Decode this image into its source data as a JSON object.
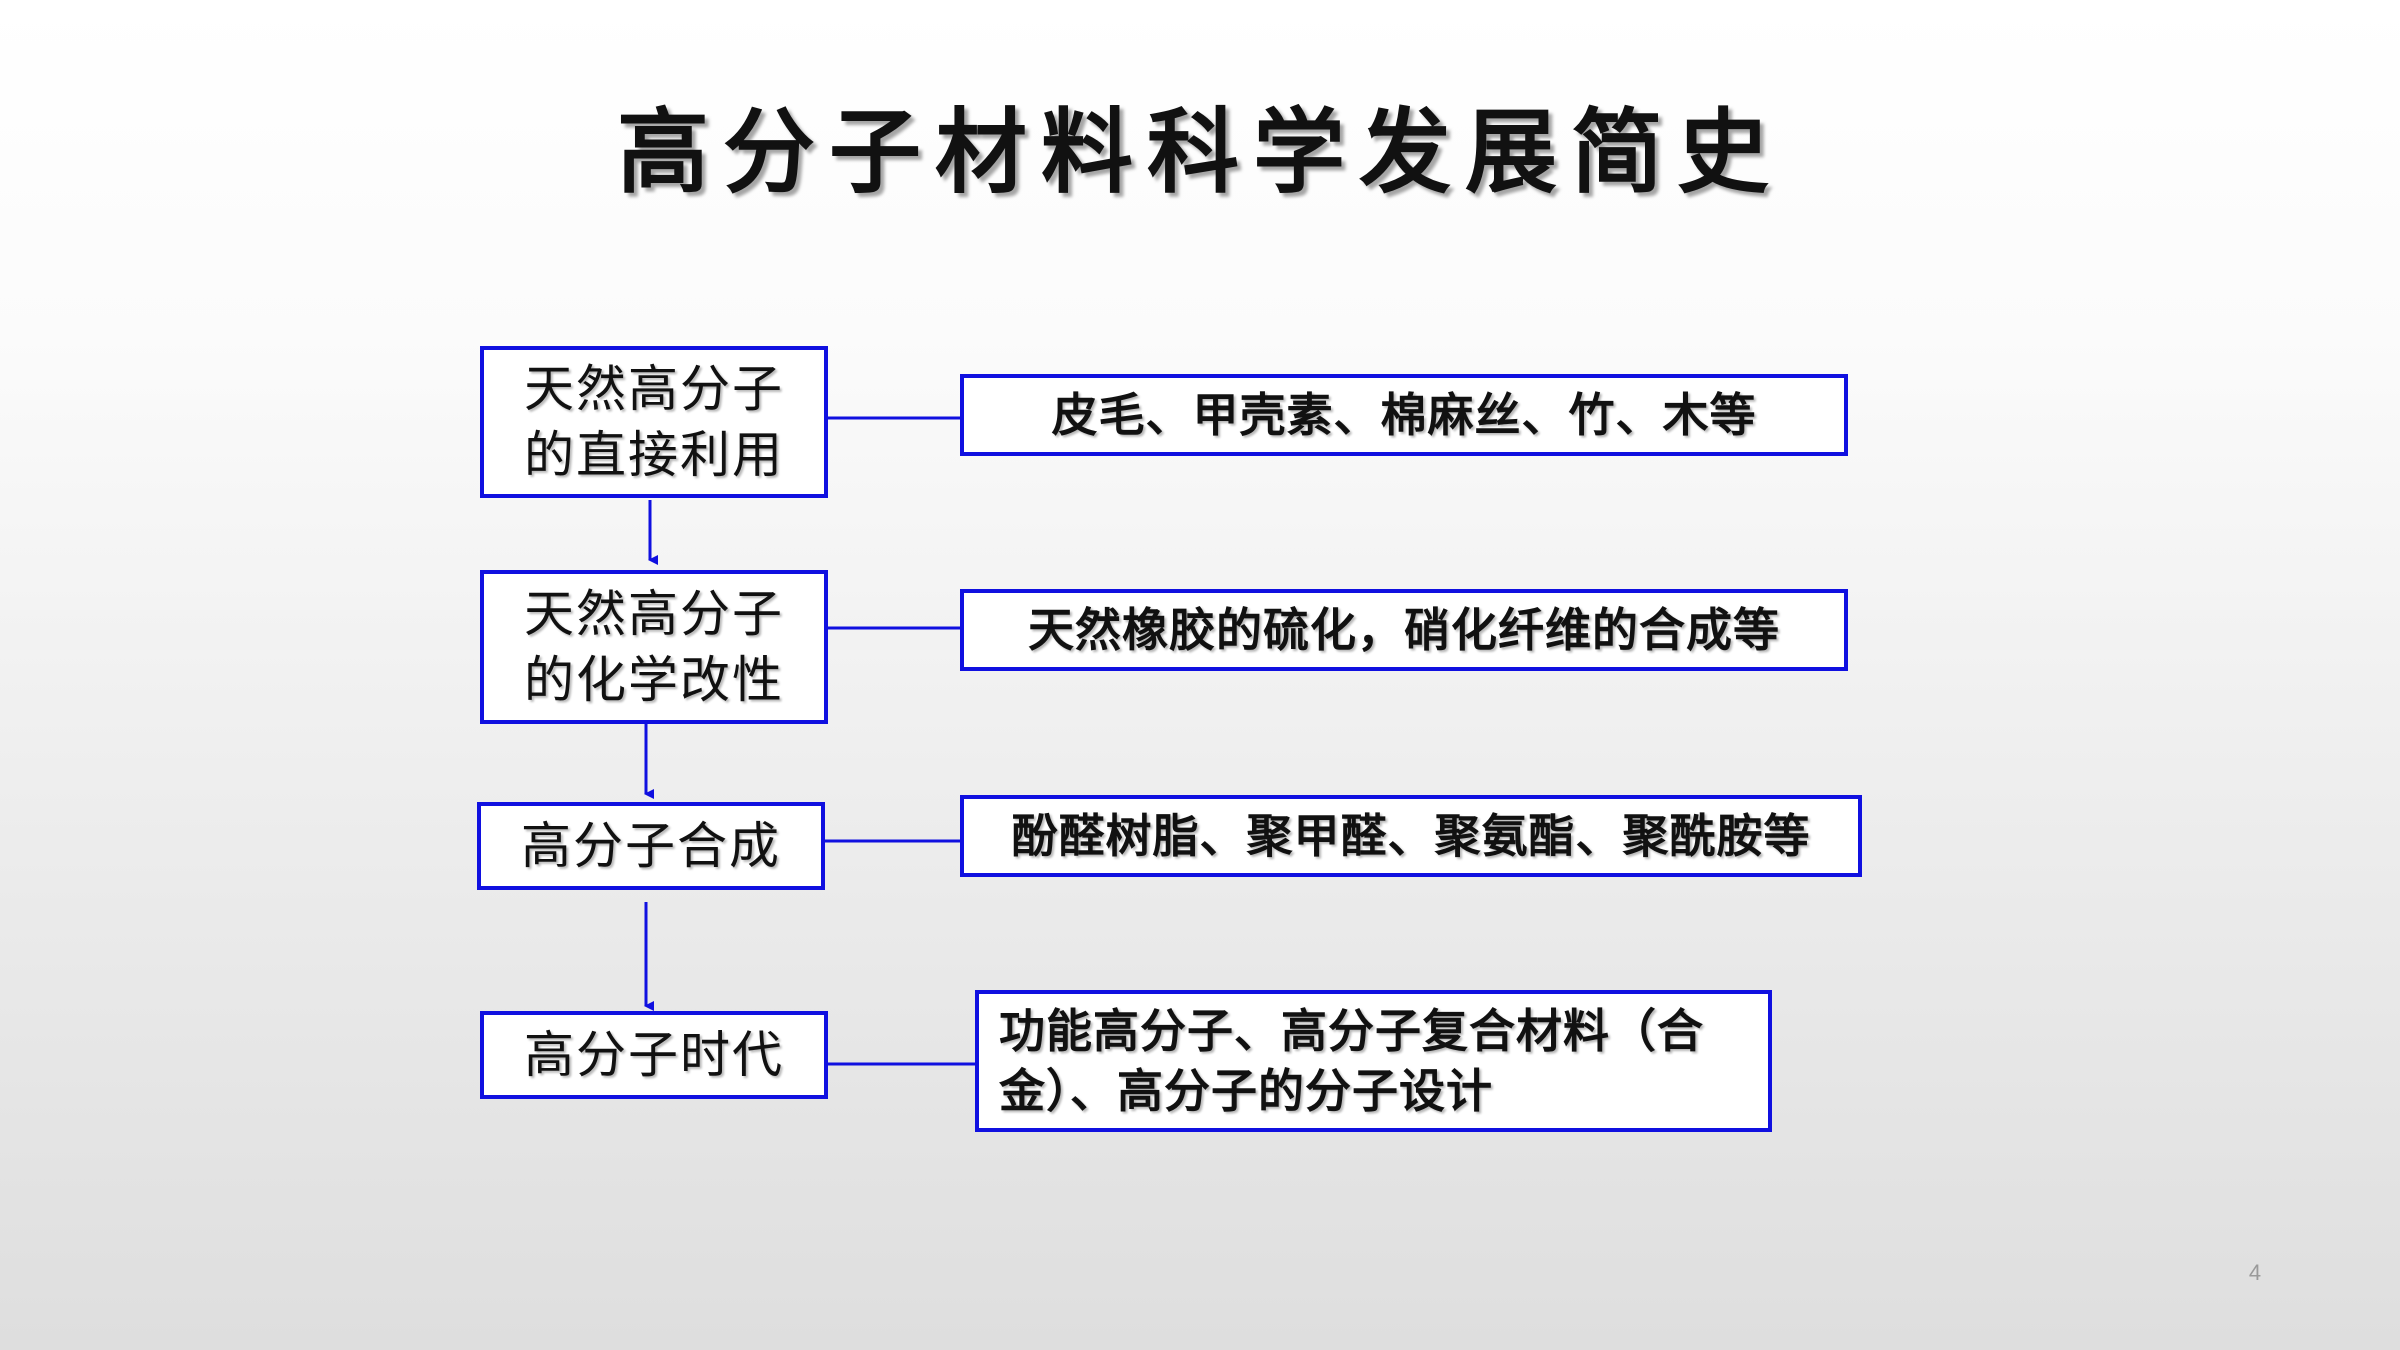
{
  "slide": {
    "title": "高分子材料科学发展简史",
    "page_number": "4"
  },
  "stages": [
    {
      "label": "天然高分子\n的直接利用",
      "description": "皮毛、甲壳素、棉麻丝、竹、木等"
    },
    {
      "label": "天然高分子\n的化学改性",
      "description": "天然橡胶的硫化，硝化纤维的合成等"
    },
    {
      "label": "高分子合成",
      "description": "酚醛树脂、聚甲醛、聚氨酯、聚酰胺等"
    },
    {
      "label": "高分子时代",
      "description": "功能高分子、高分子复合材料（合金）、高分子的分子设计"
    }
  ],
  "colors": {
    "border": "#1010e0",
    "connector": "#1010e0",
    "text": "#111111"
  }
}
